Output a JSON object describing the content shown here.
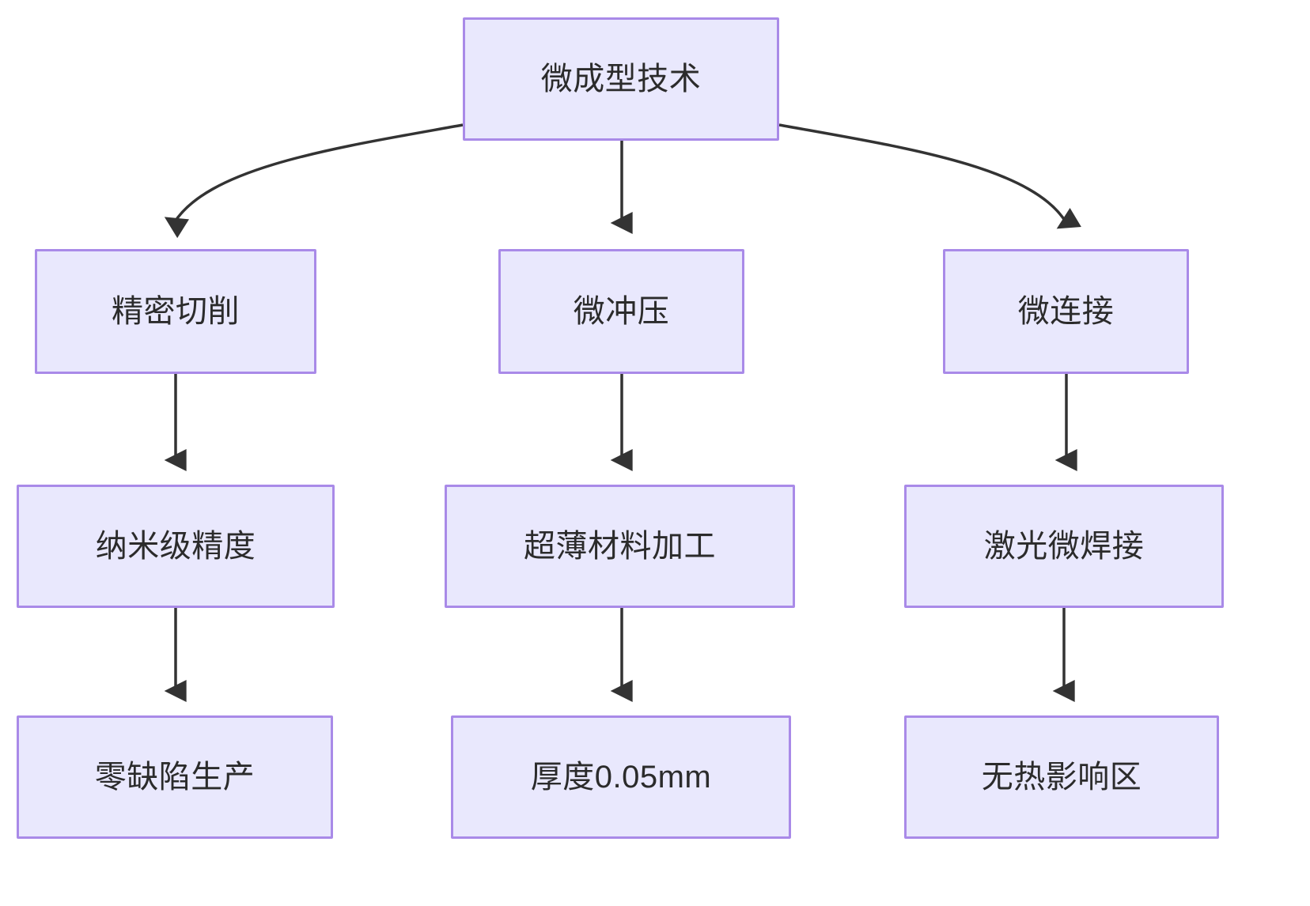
{
  "diagram": {
    "type": "flowchart",
    "direction": "top-down",
    "background_color": "#ffffff",
    "node_fill_color": "#e9e8fd",
    "node_border_color": "#a98ae8",
    "node_text_color": "#2b2b2b",
    "edge_color": "#333333",
    "nodes": [
      {
        "id": "root",
        "label": "微成型技术"
      },
      {
        "id": "l1",
        "label": "精密切削"
      },
      {
        "id": "m1",
        "label": "微冲压"
      },
      {
        "id": "r1",
        "label": "微连接"
      },
      {
        "id": "l2",
        "label": "纳米级精度"
      },
      {
        "id": "m2",
        "label": "超薄材料加工"
      },
      {
        "id": "r2",
        "label": "激光微焊接"
      },
      {
        "id": "l3",
        "label": "零缺陷生产"
      },
      {
        "id": "m3",
        "label": "厚度0.05mm"
      },
      {
        "id": "r3",
        "label": "无热影响区"
      }
    ],
    "edges": [
      {
        "from": "root",
        "to": "l1",
        "style": "curved",
        "arrow": "end"
      },
      {
        "from": "root",
        "to": "m1",
        "style": "straight",
        "arrow": "end"
      },
      {
        "from": "root",
        "to": "r1",
        "style": "curved",
        "arrow": "end"
      },
      {
        "from": "l1",
        "to": "l2",
        "style": "straight",
        "arrow": "end"
      },
      {
        "from": "m1",
        "to": "m2",
        "style": "straight",
        "arrow": "end"
      },
      {
        "from": "r1",
        "to": "r2",
        "style": "straight",
        "arrow": "end"
      },
      {
        "from": "l2",
        "to": "l3",
        "style": "straight",
        "arrow": "end"
      },
      {
        "from": "m2",
        "to": "m3",
        "style": "straight",
        "arrow": "end"
      },
      {
        "from": "r2",
        "to": "r3",
        "style": "straight",
        "arrow": "end"
      }
    ]
  }
}
